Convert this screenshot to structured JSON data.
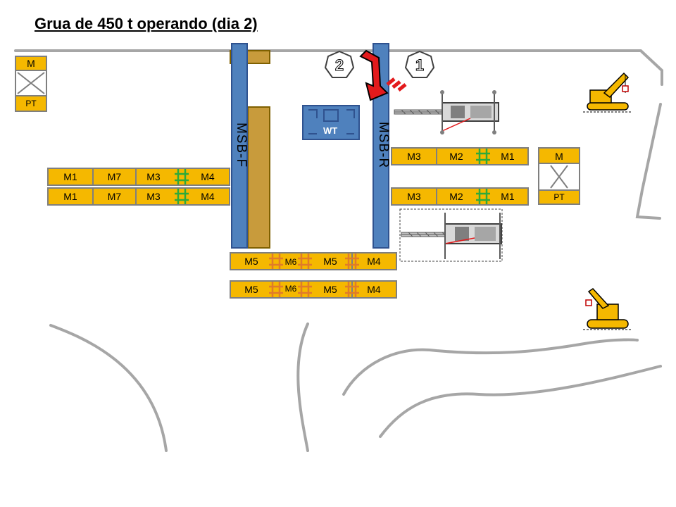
{
  "title": "Grua de 450 t operando (dia 2)",
  "colors": {
    "module": "#f5b800",
    "module_border": "#7f7f7f",
    "msb": "#4f81bd",
    "msb_border": "#2f528f",
    "tan": "#c89b3c",
    "road": "#a6a6a6",
    "arrow": "#e31a1c",
    "sea_fastening_green": "#2eaa3a",
    "sea_fastening_orange": "#e07b2a"
  },
  "stations": {
    "left": {
      "top": "M",
      "bottom": "PT"
    },
    "right": {
      "top": "M",
      "bottom": "PT"
    }
  },
  "msb": {
    "f_label": "MSB-F",
    "r_label": "MSB-R"
  },
  "wt": {
    "label": "WT"
  },
  "steps": {
    "one": "1",
    "two": "2"
  },
  "rows": {
    "left_a": [
      "M1",
      "M7",
      "M3",
      "M4"
    ],
    "left_b": [
      "M1",
      "M7",
      "M3",
      "M4"
    ],
    "right_a": [
      "M3",
      "M2",
      "M1"
    ],
    "right_b": [
      "M3",
      "M2",
      "M1"
    ],
    "bottom_a": [
      "M5",
      "M6",
      "M5",
      "M4"
    ],
    "bottom_b": [
      "M5",
      "M6",
      "M5",
      "M4"
    ]
  },
  "icons": [
    "crawler-crane-icon",
    "crane-top-view-icon",
    "warning-arrow-icon"
  ]
}
